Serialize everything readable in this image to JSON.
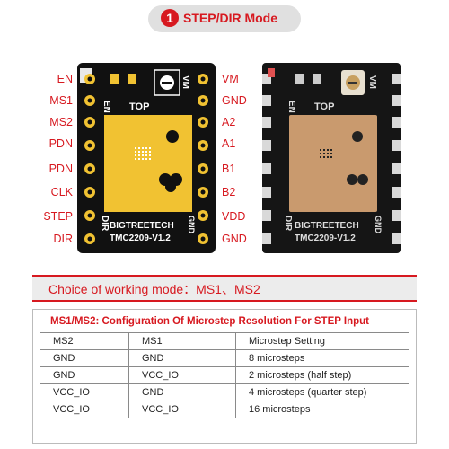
{
  "header": {
    "number": "1",
    "title": "STEP/DIR Mode"
  },
  "pins": {
    "left": [
      "EN",
      "MS1",
      "MS2",
      "PDN",
      "PDN",
      "CLK",
      "STEP",
      "DIR"
    ],
    "right": [
      "VM",
      "GND",
      "A2",
      "A1",
      "B1",
      "B2",
      "VDD",
      "GND"
    ]
  },
  "board": {
    "silk_top": "TOP",
    "silk_en": "EN",
    "silk_vm": "VM",
    "silk_dir": "DIR",
    "silk_gnd": "GND",
    "brand": "BIGTREETECH",
    "model": "TMC2209-V1.2"
  },
  "mode_note": "Choice of working mode：MS1、MS2",
  "table": {
    "title": "MS1/MS2: Configuration Of Microstep Resolution For STEP Input",
    "header": [
      "MS2",
      "MS1",
      "Microstep Setting"
    ],
    "rows": [
      [
        "GND",
        "GND",
        "8 microsteps"
      ],
      [
        "GND",
        "VCC_IO",
        "2 microsteps (half step)"
      ],
      [
        "VCC_IO",
        "GND",
        "4 microsteps (quarter step)"
      ],
      [
        "VCC_IO",
        "VCC_IO",
        "16 microsteps"
      ]
    ]
  },
  "colors": {
    "accent": "#d71920",
    "board": "#111111",
    "heatsink_left": "#f1c232",
    "heatsink_right": "#c99a6e"
  }
}
